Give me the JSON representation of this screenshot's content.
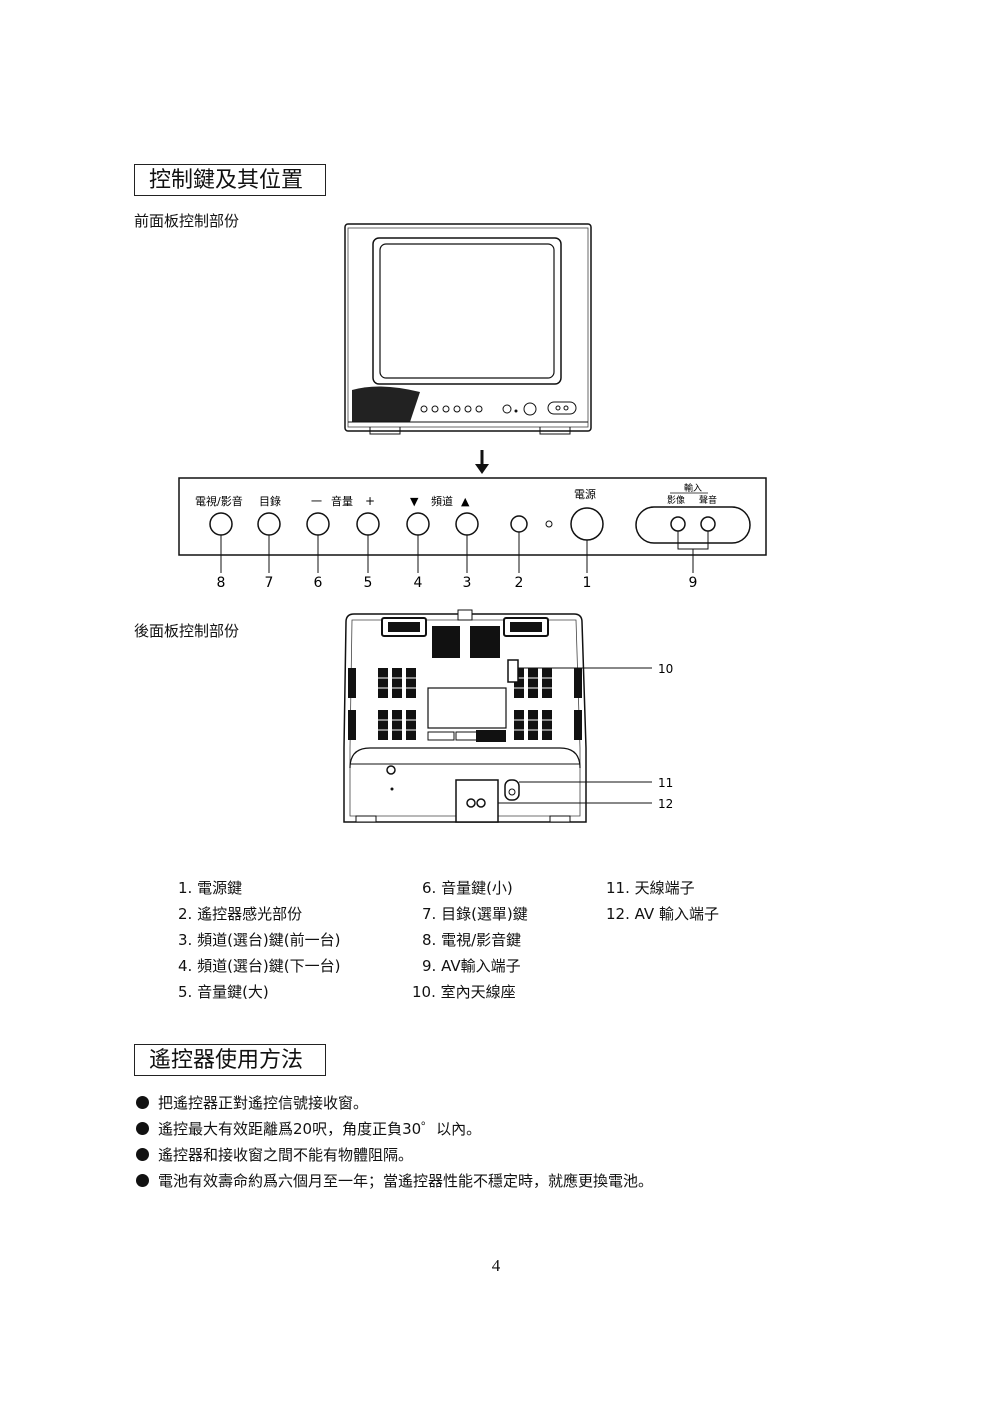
{
  "section1": {
    "title": "控制鍵及其位置"
  },
  "front": {
    "heading": "前面板控制部份",
    "labels": {
      "tvav": "電視/影音",
      "menu": "目錄",
      "vol_minus": "一",
      "volume": "音量",
      "vol_plus": "+",
      "ch_down": "▼",
      "channel": "頻道",
      "ch_up": "▲",
      "power": "電源",
      "input": "輸入",
      "video": "影像",
      "audio": "聲音"
    },
    "numbers": [
      "8",
      "7",
      "6",
      "5",
      "4",
      "3",
      "2",
      "1",
      "9"
    ]
  },
  "rear": {
    "heading": "後面板控制部份",
    "callouts": [
      "10",
      "11",
      "12"
    ]
  },
  "legend": {
    "col1": [
      "1. 電源鍵",
      "2. 遙控器感光部份",
      "3. 頻道(選台)鍵(前一台)",
      "4. 頻道(選台)鍵(下一台)",
      "5. 音量鍵(大)"
    ],
    "col2": [
      "6. 音量鍵(小)",
      "7. 目錄(選單)鍵",
      "8. 電視/影音鍵",
      "9. AV輸入端子",
      "10. 室內天線座"
    ],
    "col3": [
      "11. 天線端子",
      "12. AV 輸入端子"
    ]
  },
  "section2": {
    "title": "遙控器使用方法",
    "bullets": [
      "把遙控器正對遙控信號接收窗。",
      "遙控最大有效距離爲20呎，角度正負30゜以內。",
      "遙控器和接收窗之間不能有物體阻隔。",
      "電池有效壽命約爲六個月至一年；當遙控器性能不穩定時，就應更換電池。"
    ]
  },
  "page_number": "4"
}
